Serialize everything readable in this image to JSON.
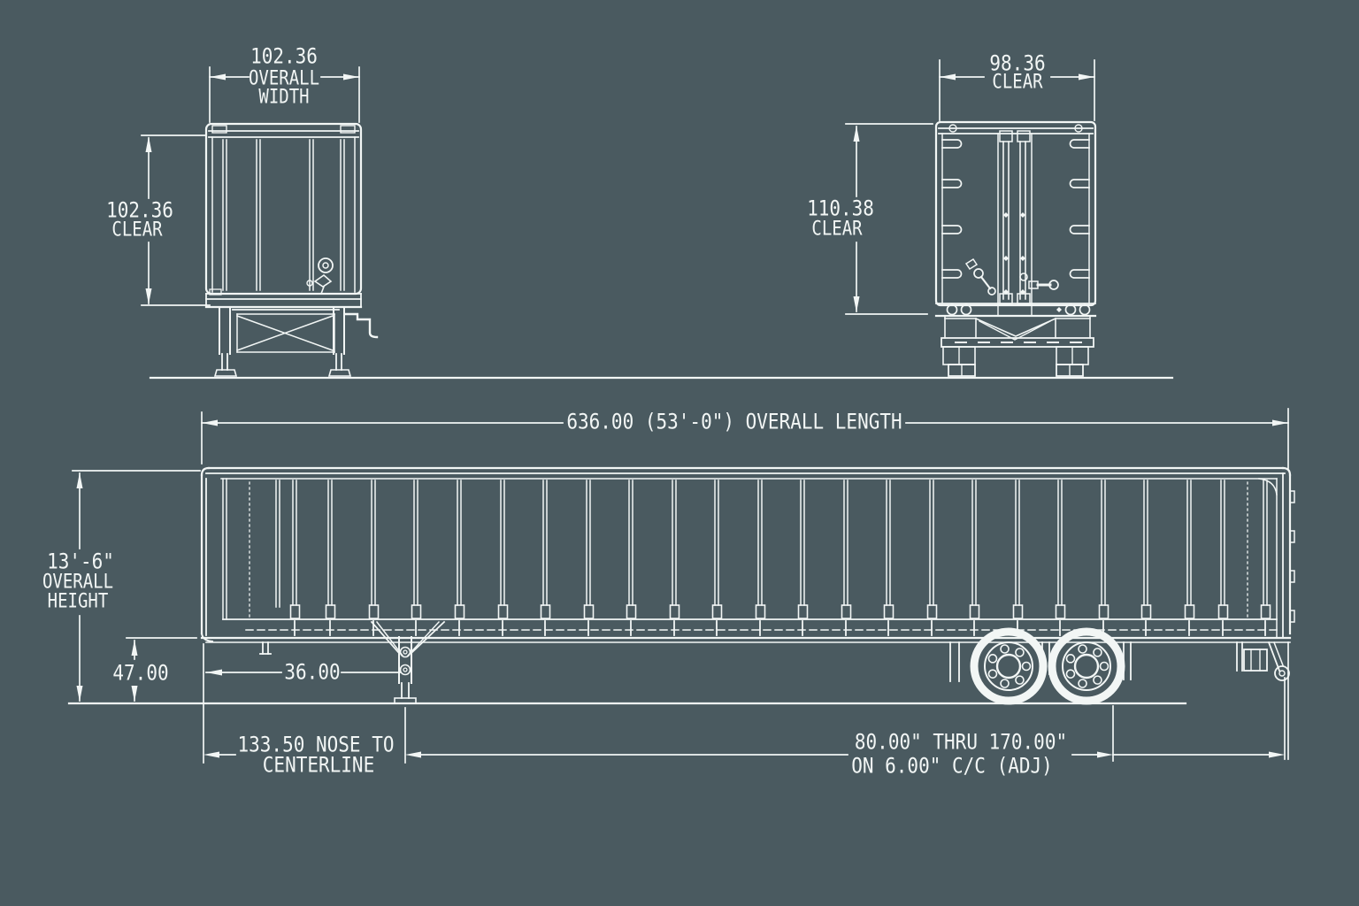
{
  "drawing": {
    "background_color": "#4a5a60",
    "line_color": "#f2f6f5"
  },
  "front_view": {
    "width_dim": {
      "value": "102.36",
      "label_1": "OVERALL",
      "label_2": "WIDTH"
    },
    "clear_dim": {
      "value": "102.36",
      "label": "CLEAR"
    }
  },
  "rear_view": {
    "clear_width_dim": {
      "value": "98.36",
      "label": "CLEAR"
    },
    "clear_height_dim": {
      "value": "110.38",
      "label": "CLEAR"
    }
  },
  "side_view": {
    "overall_length_dim": "636.00 (53'-0\") OVERALL LENGTH",
    "overall_height_dim": {
      "value": "13'-6\"",
      "label_1": "OVERALL",
      "label_2": "HEIGHT"
    },
    "rear_frame_height_dim": "47.00",
    "kingpin_dim": "36.00",
    "nose_to_centerline_dim": {
      "line_1": "133.50 NOSE TO",
      "line_2": "CENTERLINE"
    },
    "axle_slide_dim": {
      "line_1": "80.00\" THRU 170.00\"",
      "line_2": "ON 6.00\" C/C (ADJ)"
    }
  }
}
